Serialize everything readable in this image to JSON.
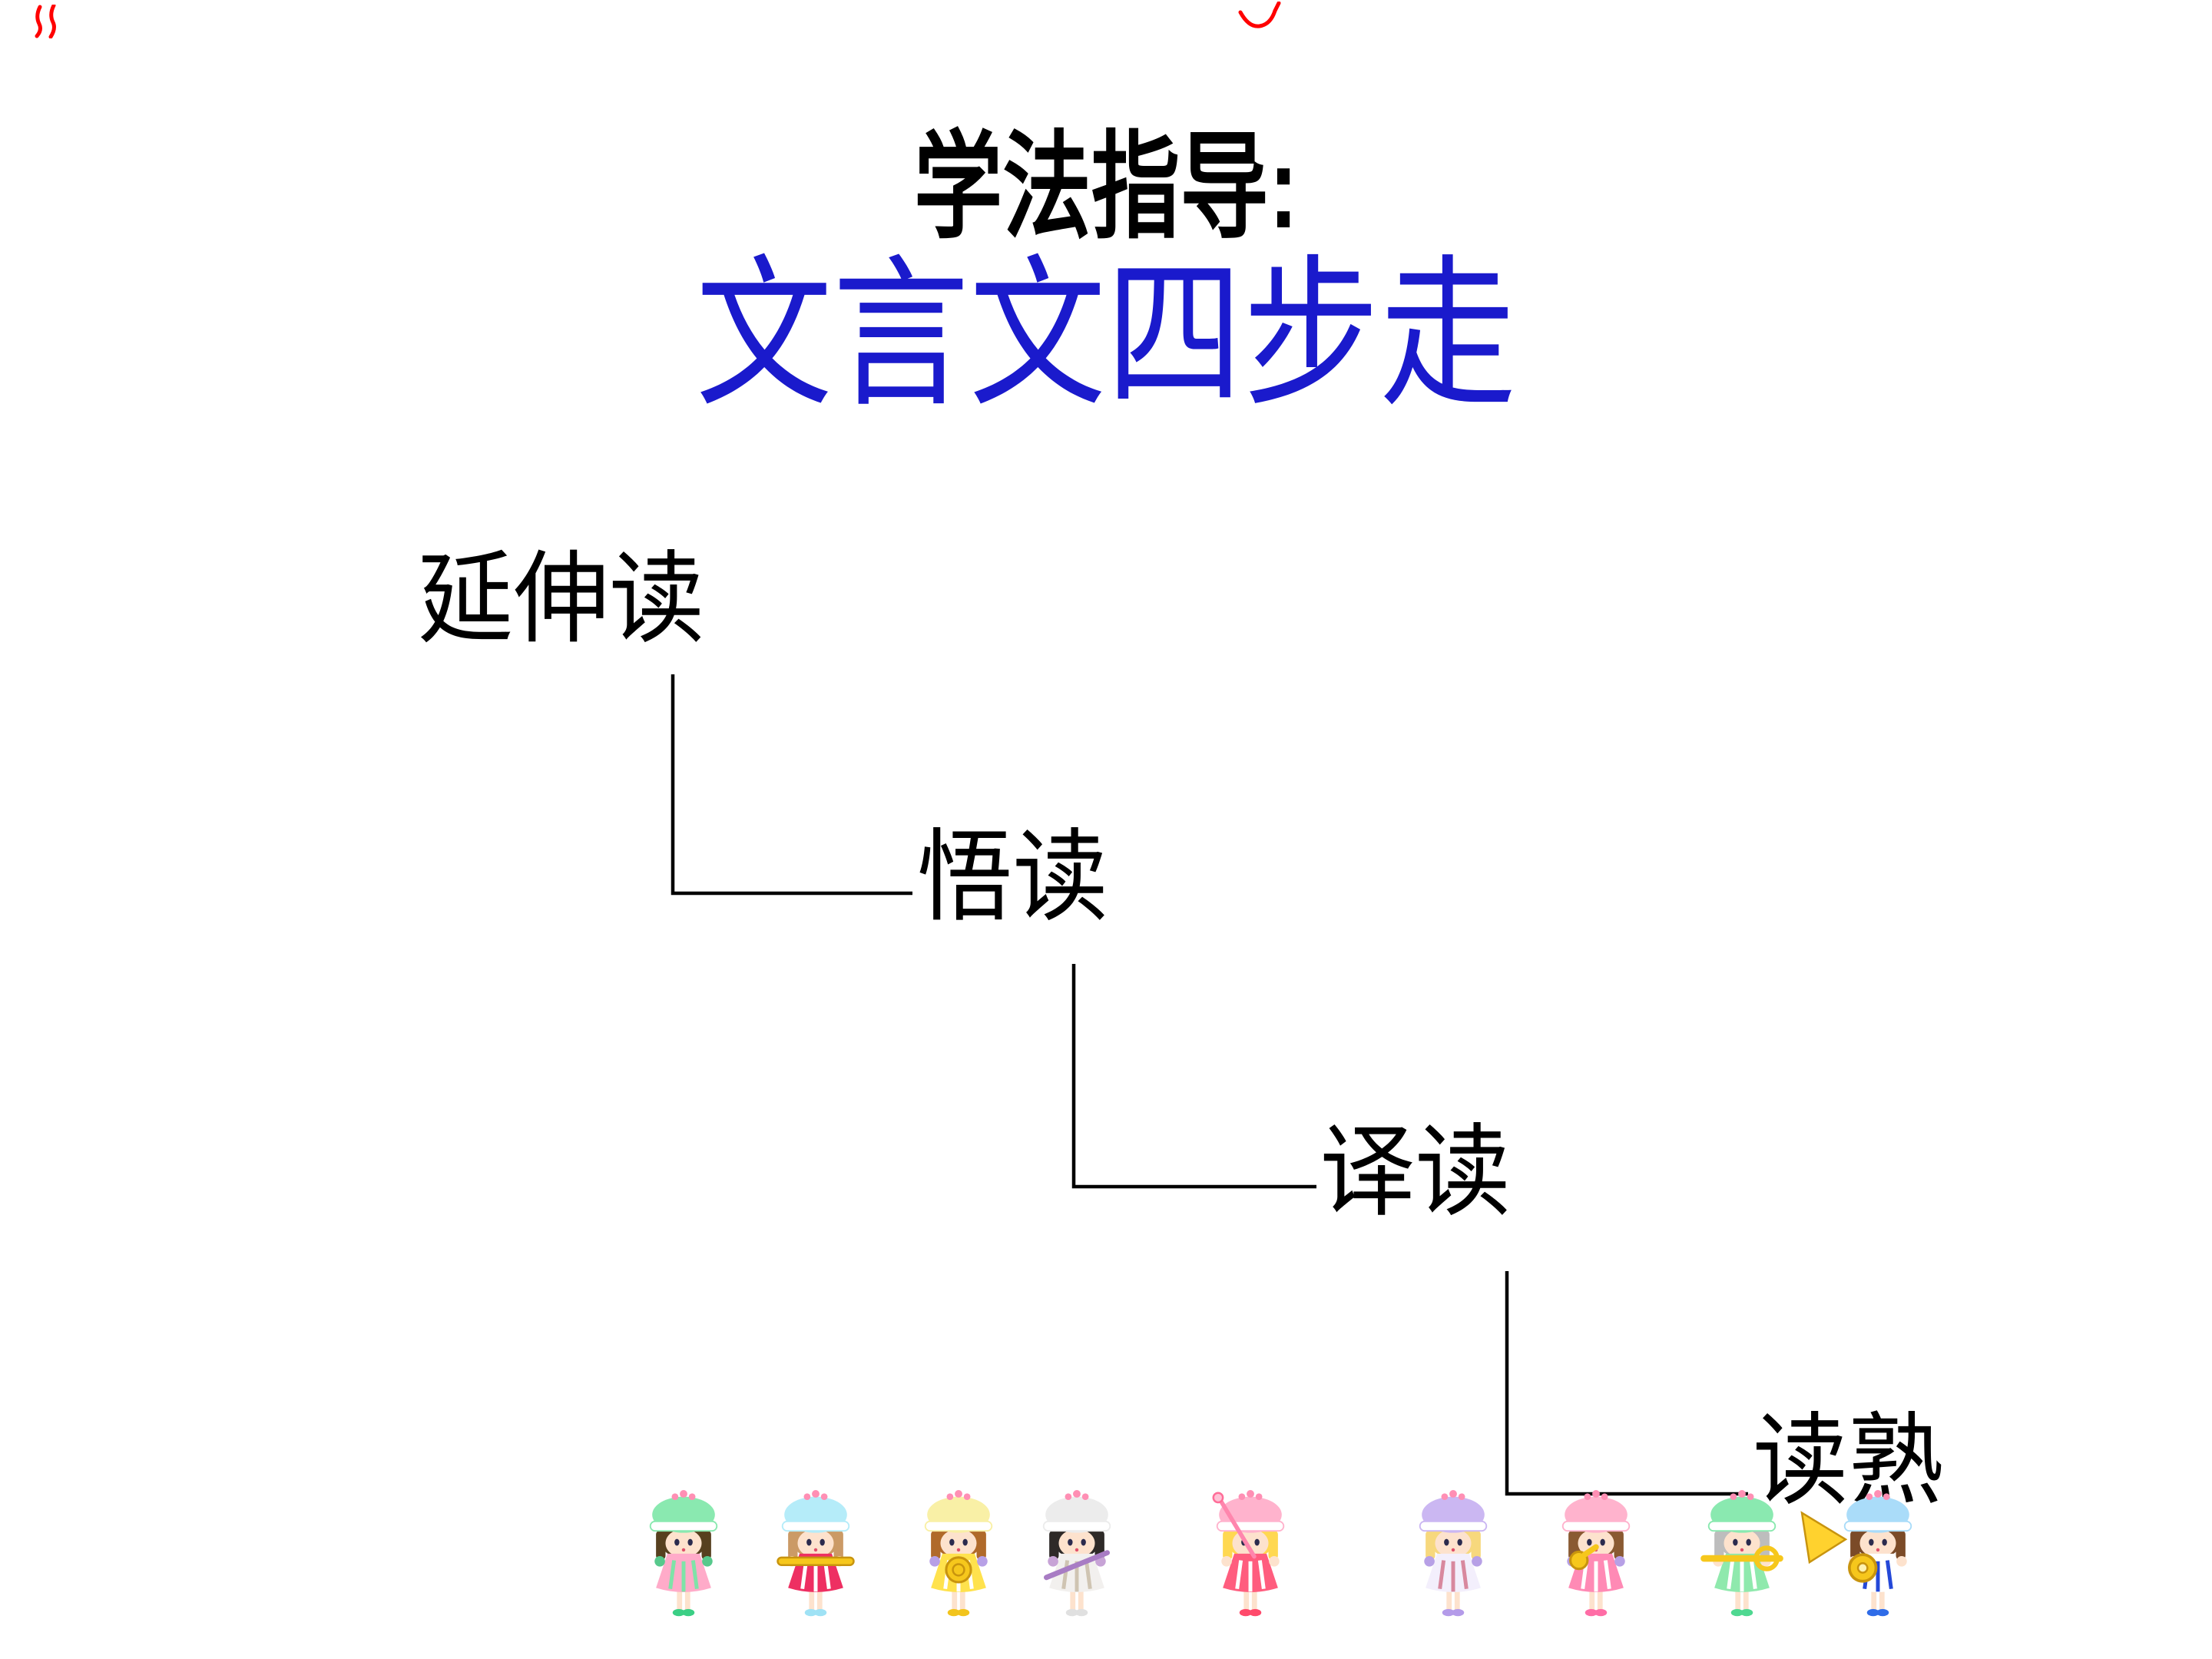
{
  "slide": {
    "background_color": "#ffffff",
    "heading": {
      "text": "学法指导:",
      "color": "#000000"
    },
    "title": {
      "text": "文言文四步走",
      "color": "#1a1acc"
    },
    "steps": [
      {
        "label": "延伸读"
      },
      {
        "label": "悟读"
      },
      {
        "label": "译读"
      },
      {
        "label": "读熟"
      }
    ],
    "connector_color": "#000000",
    "red_marks": {
      "color": "#ff0000",
      "items": [
        "top-left-scribble",
        "top-center-scribble"
      ]
    },
    "doll_common": {
      "skin": "#fde2cd",
      "crown": "#ff8fb4",
      "eye": "#2b2b4e",
      "mouth": "#e0506a",
      "gold": "#f6c71c",
      "gold_dark": "#c8940e"
    },
    "dolls": [
      {
        "name": "doll-mint-pink",
        "hat": "#8ae9b0",
        "hair": "#57401f",
        "dress": "#ffabc9",
        "glove": "#57c98c",
        "shoes": "#3bcf85",
        "stripes": "#7fe3a8",
        "prop": "none"
      },
      {
        "name": "doll-cyan-crimson",
        "hat": "#b5ecf9",
        "hair": "#cb9a66",
        "dress": "#ee2f62",
        "glove": "#fde2cd",
        "shoes": "#9fe2f5",
        "stripes": "#ffffff",
        "prop": "baton"
      },
      {
        "name": "doll-yellow-shield",
        "hat": "#f9f0a6",
        "hair": "#b06a2a",
        "dress": "#ffe24d",
        "glove": "#b7a0e6",
        "shoes": "#f2c41d",
        "stripes": "#ffffff",
        "prop": "shield"
      },
      {
        "name": "doll-white-flutist",
        "hat": "#ececec",
        "hair": "#2e2a28",
        "dress": "#f2f0ee",
        "glove": "#c7a3d6",
        "shoes": "#e0e0e0",
        "stripes": "#cfc4b2",
        "prop": "flute"
      },
      {
        "name": "doll-pink-wand",
        "hat": "#ffb3cd",
        "hair": "#ffd851",
        "dress": "#ff5d7e",
        "glove": "#fde2cd",
        "shoes": "#ff4a6b",
        "stripes": "#ffffff",
        "prop": "wand"
      },
      {
        "name": "doll-lavender",
        "hat": "#cbb7f2",
        "hair": "#f7d87d",
        "dress": "#f3effc",
        "glove": "#b7a0e6",
        "shoes": "#b49be9",
        "stripes": "#d8889e",
        "prop": "none"
      },
      {
        "name": "doll-pink-horn",
        "hat": "#ffb3cd",
        "hair": "#8a5a32",
        "dress": "#ff8ab5",
        "glove": "#b7a0e6",
        "shoes": "#ff6da6",
        "stripes": "#ffffff",
        "prop": "horn"
      },
      {
        "name": "doll-green-trombone",
        "hat": "#8ae9b0",
        "hair": "#bdbdbd",
        "dress": "#8fe9ad",
        "glove": "#fde2cd",
        "shoes": "#4fd891",
        "stripes": "#ffffff",
        "prop": "trombone"
      },
      {
        "name": "doll-blue-tuba",
        "hat": "#aadcf9",
        "hair": "#7b4b28",
        "dress": "#ffffff",
        "glove": "#fde2cd",
        "shoes": "#2f6ce8",
        "stripes": "#2448d8",
        "prop": "tuba"
      }
    ]
  }
}
